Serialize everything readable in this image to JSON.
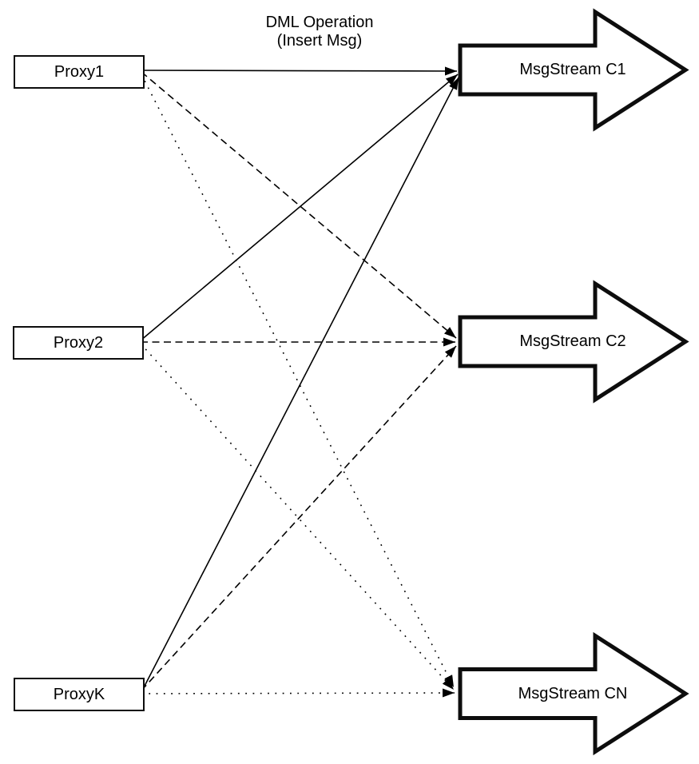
{
  "canvas": {
    "background": "#ffffff",
    "stroke_color": "#000000"
  },
  "caption": {
    "line1": "DML Operation",
    "line2": "(Insert Msg)"
  },
  "proxies": [
    {
      "id": "proxy1",
      "label": "Proxy1"
    },
    {
      "id": "proxy2",
      "label": "Proxy2"
    },
    {
      "id": "proxyk",
      "label": "ProxyK"
    }
  ],
  "streams": [
    {
      "id": "c1",
      "label": "MsgStream C1"
    },
    {
      "id": "c2",
      "label": "MsgStream C2"
    },
    {
      "id": "cn",
      "label": "MsgStream CN"
    }
  ],
  "edges": [
    {
      "from": "Proxy1",
      "to": "MsgStream C1",
      "style": "solid"
    },
    {
      "from": "Proxy1",
      "to": "MsgStream C2",
      "style": "dashed"
    },
    {
      "from": "Proxy1",
      "to": "MsgStream CN",
      "style": "dotted"
    },
    {
      "from": "Proxy2",
      "to": "MsgStream C1",
      "style": "solid"
    },
    {
      "from": "Proxy2",
      "to": "MsgStream C2",
      "style": "dashed"
    },
    {
      "from": "Proxy2",
      "to": "MsgStream CN",
      "style": "dotted"
    },
    {
      "from": "ProxyK",
      "to": "MsgStream C1",
      "style": "solid"
    },
    {
      "from": "ProxyK",
      "to": "MsgStream C2",
      "style": "dashed"
    },
    {
      "from": "ProxyK",
      "to": "MsgStream CN",
      "style": "dotted"
    }
  ]
}
